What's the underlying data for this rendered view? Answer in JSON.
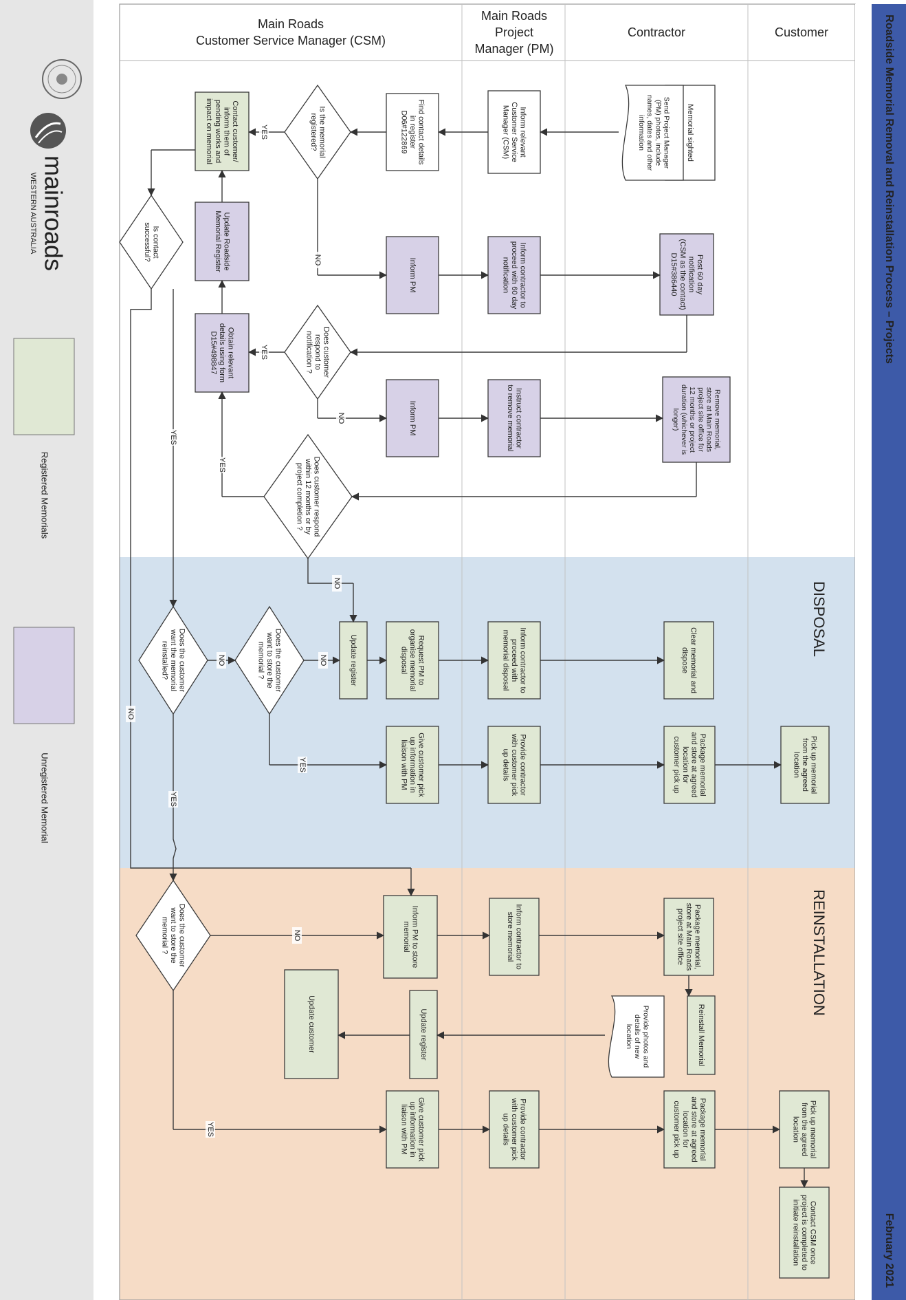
{
  "title": "Roadside Memorial Removal and Reinstallation Process – Projects",
  "date": "February 2021",
  "logo": {
    "name": "mainroads",
    "sub": "WESTERN AUSTRALIA"
  },
  "legend": {
    "registered": "Registered Memorials",
    "unregistered": "Unregistered Memorial"
  },
  "lanes": {
    "csm": [
      "Main Roads",
      "Customer Service Manager (CSM)"
    ],
    "pm": [
      "Main Roads",
      "Project",
      "Manager (PM)"
    ],
    "contractor": [
      "Contractor"
    ],
    "customer": [
      "Customer"
    ]
  },
  "sections": {
    "disposal": "DISPOSAL",
    "reinstallation": "REINSTALLATION"
  },
  "colors": {
    "registered": "#e0e8d4",
    "unregistered": "#d7d1e7",
    "banner": "#3d5aa8",
    "disposal_bg": "#d3e1ee",
    "reinstall_bg": "#f6dcc6",
    "legend_bg": "#e6e6e6",
    "highlight": "#e02020"
  },
  "nodes": {
    "memorial_sighted": [
      "Memorial sighted"
    ],
    "send_pm": [
      "Send Project Manager",
      "(PM) photos, include",
      "names, dates and other",
      "information"
    ],
    "inform_csm": [
      "Inform relevant",
      "Customer Service",
      "Manager (CSM)"
    ],
    "find_contact": [
      "Find contact details",
      "in register",
      "D06#122869"
    ],
    "is_registered": [
      "Is the memorial",
      "registered?"
    ],
    "contact_customer": [
      "Contact customer/",
      "inform them of",
      "pending works and",
      "impact on memorial"
    ],
    "is_contact_successful": [
      "Is contact",
      "successful?"
    ],
    "update_register_top": [
      "Update Roadside",
      "Memorial Register"
    ],
    "inform_pm_1": [
      "Inform PM"
    ],
    "inform_contractor_60": [
      "Inform contractor to",
      "proceed with 60 day",
      "notification"
    ],
    "post_60": [
      "Post 60 day",
      "notification",
      "(CSM as the contact)",
      "D15#386440"
    ],
    "does_customer_respond": [
      "Does customer",
      "respond to",
      "notification ?"
    ],
    "obtain_details": [
      "Obtain relevant",
      "details using form",
      "D15#498847"
    ],
    "inform_pm_2": [
      "Inform PM"
    ],
    "instruct_remove": [
      "Instruct contractor",
      "to remove memorial"
    ],
    "remove_memorial": [
      "Remove memorial,",
      "store at Main Roads",
      "project site office for",
      "12 months or project",
      "duration (whichever is",
      "longer)"
    ],
    "respond_12": [
      "Does customer respond",
      "within 12 months or by",
      "project completion ?"
    ],
    "update_register_disp": [
      "Update register"
    ],
    "request_pm_dispose": [
      "Request PM to",
      "organise memorial",
      "disposal"
    ],
    "inform_dispose": [
      "Inform contractor to",
      "proceed with",
      "memorial disposal"
    ],
    "clear_dispose": [
      "Clear memorial and",
      "dispose"
    ],
    "want_reinstalled": [
      "Does the customer",
      "want the memorial",
      "reinstalled?"
    ],
    "want_store_disp": [
      "Does the customer",
      "want to store the",
      "memorial ?"
    ],
    "give_pickup_disp": [
      "Give customer pick",
      "up information in",
      "liaison with PM"
    ],
    "provide_pickup_disp": [
      "Provide contractor",
      "with customer pick",
      "up details"
    ],
    "package_disp": [
      "Package memorial",
      "and store at agreed",
      "location for",
      "customer pick up"
    ],
    "pickup_disp": [
      "Pick up memorial",
      "from the agreed",
      "location"
    ],
    "want_store_re": [
      "Does the customer",
      "want to store the",
      "memorial ?"
    ],
    "inform_pm_store": [
      "Inform PM to store",
      "memorial"
    ],
    "inform_store": [
      "Inform contractor to",
      "store memorial"
    ],
    "package_re_site": [
      "Package memorial,",
      "store at Main Roads",
      "project site office"
    ],
    "reinstall": [
      "Reinstall Memorial"
    ],
    "provide_photos": [
      "Provide photos and",
      "details of new",
      "location"
    ],
    "update_register_re": [
      "Update register"
    ],
    "update_customer": [
      "Update customer"
    ],
    "give_pickup_re": [
      "Give customer pick",
      "up information in",
      "liaison with PM"
    ],
    "provide_pickup_re": [
      "Provide contractor",
      "with customer pick",
      "up details"
    ],
    "package_re": [
      "Package memorial",
      "and store at agreed",
      "location for",
      "customer pick up"
    ],
    "pickup_re": [
      "Pick up memorial",
      "from the agreed",
      "location"
    ],
    "contact_csm": [
      "Contact CSM once",
      "project is completed to",
      "initiate reinstallation"
    ]
  },
  "labels": {
    "yes": "YES",
    "no": "NO"
  }
}
